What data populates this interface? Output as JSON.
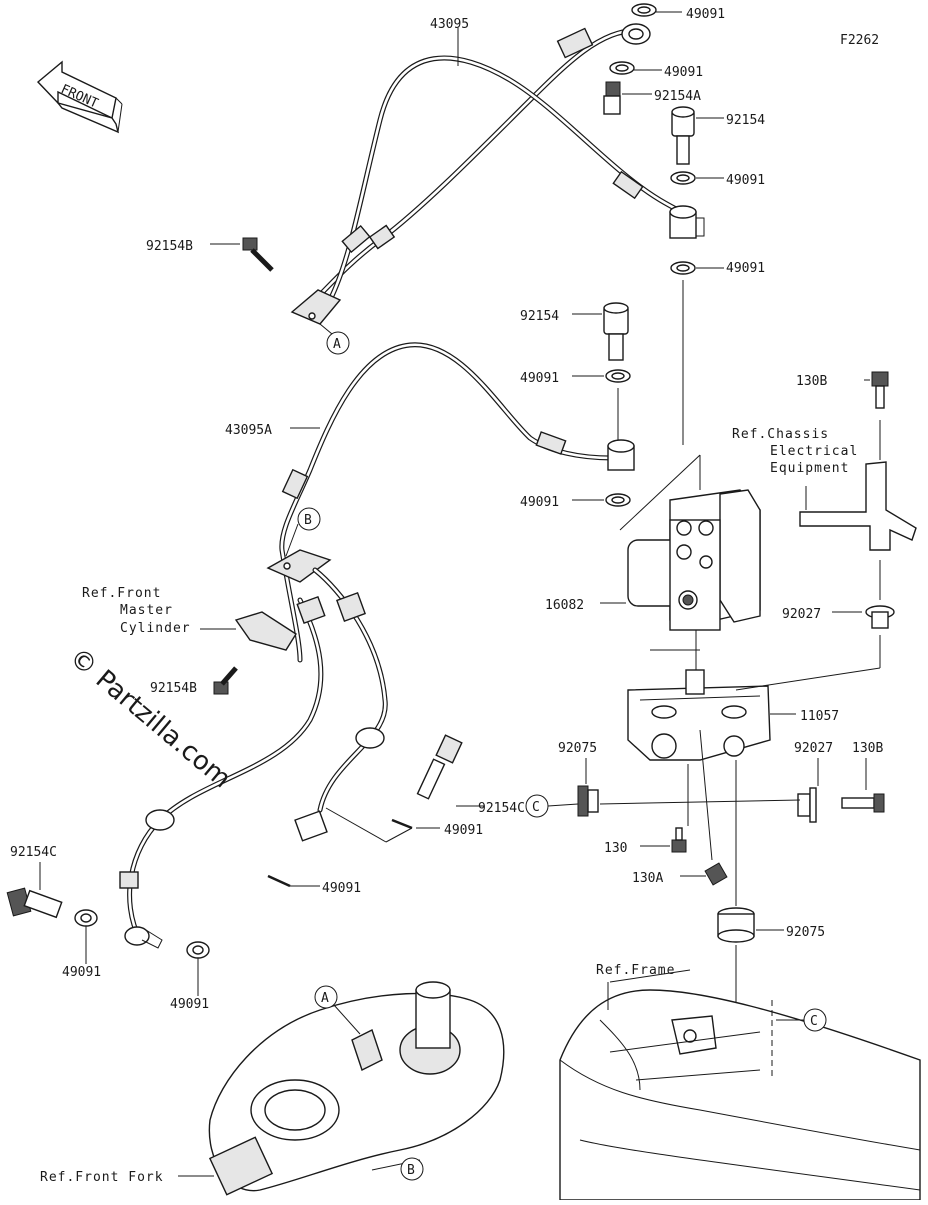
{
  "diagram_code": "F2262",
  "front_arrow_label": "FRONT",
  "watermark": "© Partzilla.com",
  "parts": {
    "p43095": "43095",
    "p43095A": "43095A",
    "p16082": "16082",
    "p11057": "11057",
    "p92154": "92154",
    "p92154_lower": "92154",
    "p92154A": "92154A",
    "p92154B_top": "92154B",
    "p92154B_mid": "92154B",
    "p92154C_mid": "92154C",
    "p92154C_left": "92154C",
    "p49091_a": "49091",
    "p49091_b": "49091",
    "p49091_c": "49091",
    "p49091_d": "49091",
    "p49091_e": "49091",
    "p49091_f": "49091",
    "p49091_g": "49091",
    "p49091_h": "49091",
    "p49091_i": "49091",
    "p49091_j": "49091",
    "p130B_top": "130B",
    "p130B_right": "130B",
    "p130": "130",
    "p130A": "130A",
    "p92027_a": "92027",
    "p92027_b": "92027",
    "p92075_a": "92075",
    "p92075_b": "92075"
  },
  "references": {
    "chassis_l1": "Ref.Chassis",
    "chassis_l2": "Electrical",
    "chassis_l3": "Equipment",
    "master_l1": "Ref.Front",
    "master_l2": "Master",
    "master_l3": "Cylinder",
    "frame": "Ref.Frame",
    "fork": "Ref.Front Fork"
  },
  "callouts": {
    "A1": "A",
    "A2": "A",
    "B1": "B",
    "B2": "B",
    "C1": "C",
    "C2": "C"
  }
}
